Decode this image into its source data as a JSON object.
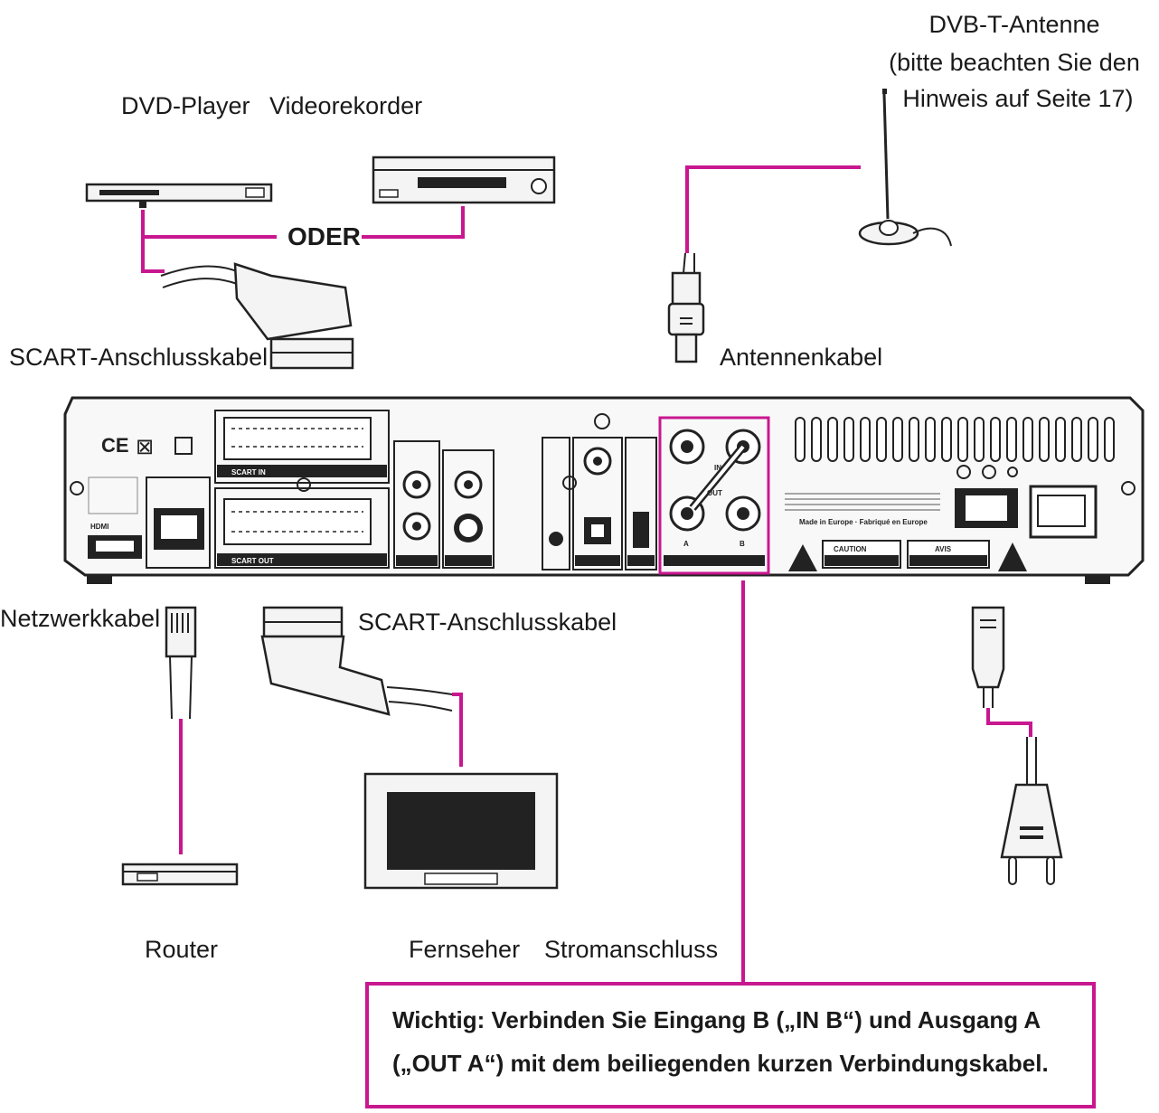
{
  "labels": {
    "dvd_player": "DVD-Player",
    "videorekorder": "Videorekorder",
    "oder": "ODER",
    "antenna_line1": "DVB-T-Antenne",
    "antenna_line2": "(bitte beachten Sie den",
    "antenna_line3": "Hinweis auf Seite 17)",
    "scart_top": "SCART-Anschlusskabel",
    "antennenkabel": "Antennenkabel",
    "netzwerkkabel": "Netzwerkkabel",
    "scart_bottom": "SCART-Anschlusskabel",
    "router": "Router",
    "fernseher": "Fernseher",
    "stromanschluss": "Stromanschluss"
  },
  "panel": {
    "hdmi_logo": "HDMI",
    "scart_in": "SCART IN",
    "scart_out": "SCART OUT",
    "in": "IN",
    "out": "OUT",
    "port_a": "A",
    "port_b": "B",
    "caution": "CAUTION",
    "avis": "AVIS",
    "made_in": "Made in Europe · Fabriqué en Europe"
  },
  "note": {
    "line1": "Wichtig: Verbinden Sie Eingang B („IN B“) und Ausgang A",
    "line2": "(„OUT A“) mit dem beiliegenden kurzen Verbindungskabel."
  },
  "colors": {
    "accent": "#c8178f",
    "ink": "#222222"
  }
}
